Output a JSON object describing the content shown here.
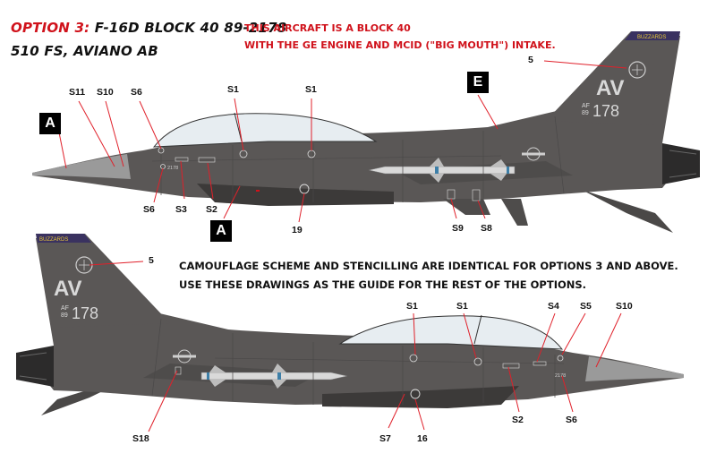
{
  "header": {
    "option_label": "OPTION 3:",
    "aircraft": "F-16D BLOCK 40 89-2178",
    "unit": "510 FS, AVIANO AB",
    "note_line1": "THIS AIRCRAFT IS A BLOCK 40",
    "note_line2": "WITH THE GE ENGINE AND MCID (\"BIG MOUTH\") INTAKE."
  },
  "body_note": {
    "line1": "CAMOUFLAGE SCHEME AND STENCILLING ARE IDENTICAL FOR OPTIONS 3 AND ABOVE.",
    "line2": "USE THESE DRAWINGS AS THE GUIDE FOR THE REST OF THE OPTIONS."
  },
  "boxes": {
    "a": "A",
    "e": "E"
  },
  "tail": {
    "code": "AV",
    "af": "AF",
    "year": "89",
    "serial": "178",
    "band": "BUZZARDS"
  },
  "callouts": {
    "c5_top": "5",
    "s11": "S11",
    "s10": "S10",
    "s6": "S6",
    "s1": "S1",
    "s6b": "S6",
    "s3": "S3",
    "s2": "S2",
    "c19": "19",
    "s9": "S9",
    "s8": "S8",
    "c5_bot": "5",
    "s4": "S4",
    "s5": "S5",
    "s18": "S18",
    "s7": "S7",
    "c16": "16",
    "nose_num": "2178"
  },
  "colors": {
    "camo": "#5a5756",
    "camo_dark": "#3c3a39",
    "canopy": "#e7edf1",
    "accent_red": "#d0121b"
  }
}
